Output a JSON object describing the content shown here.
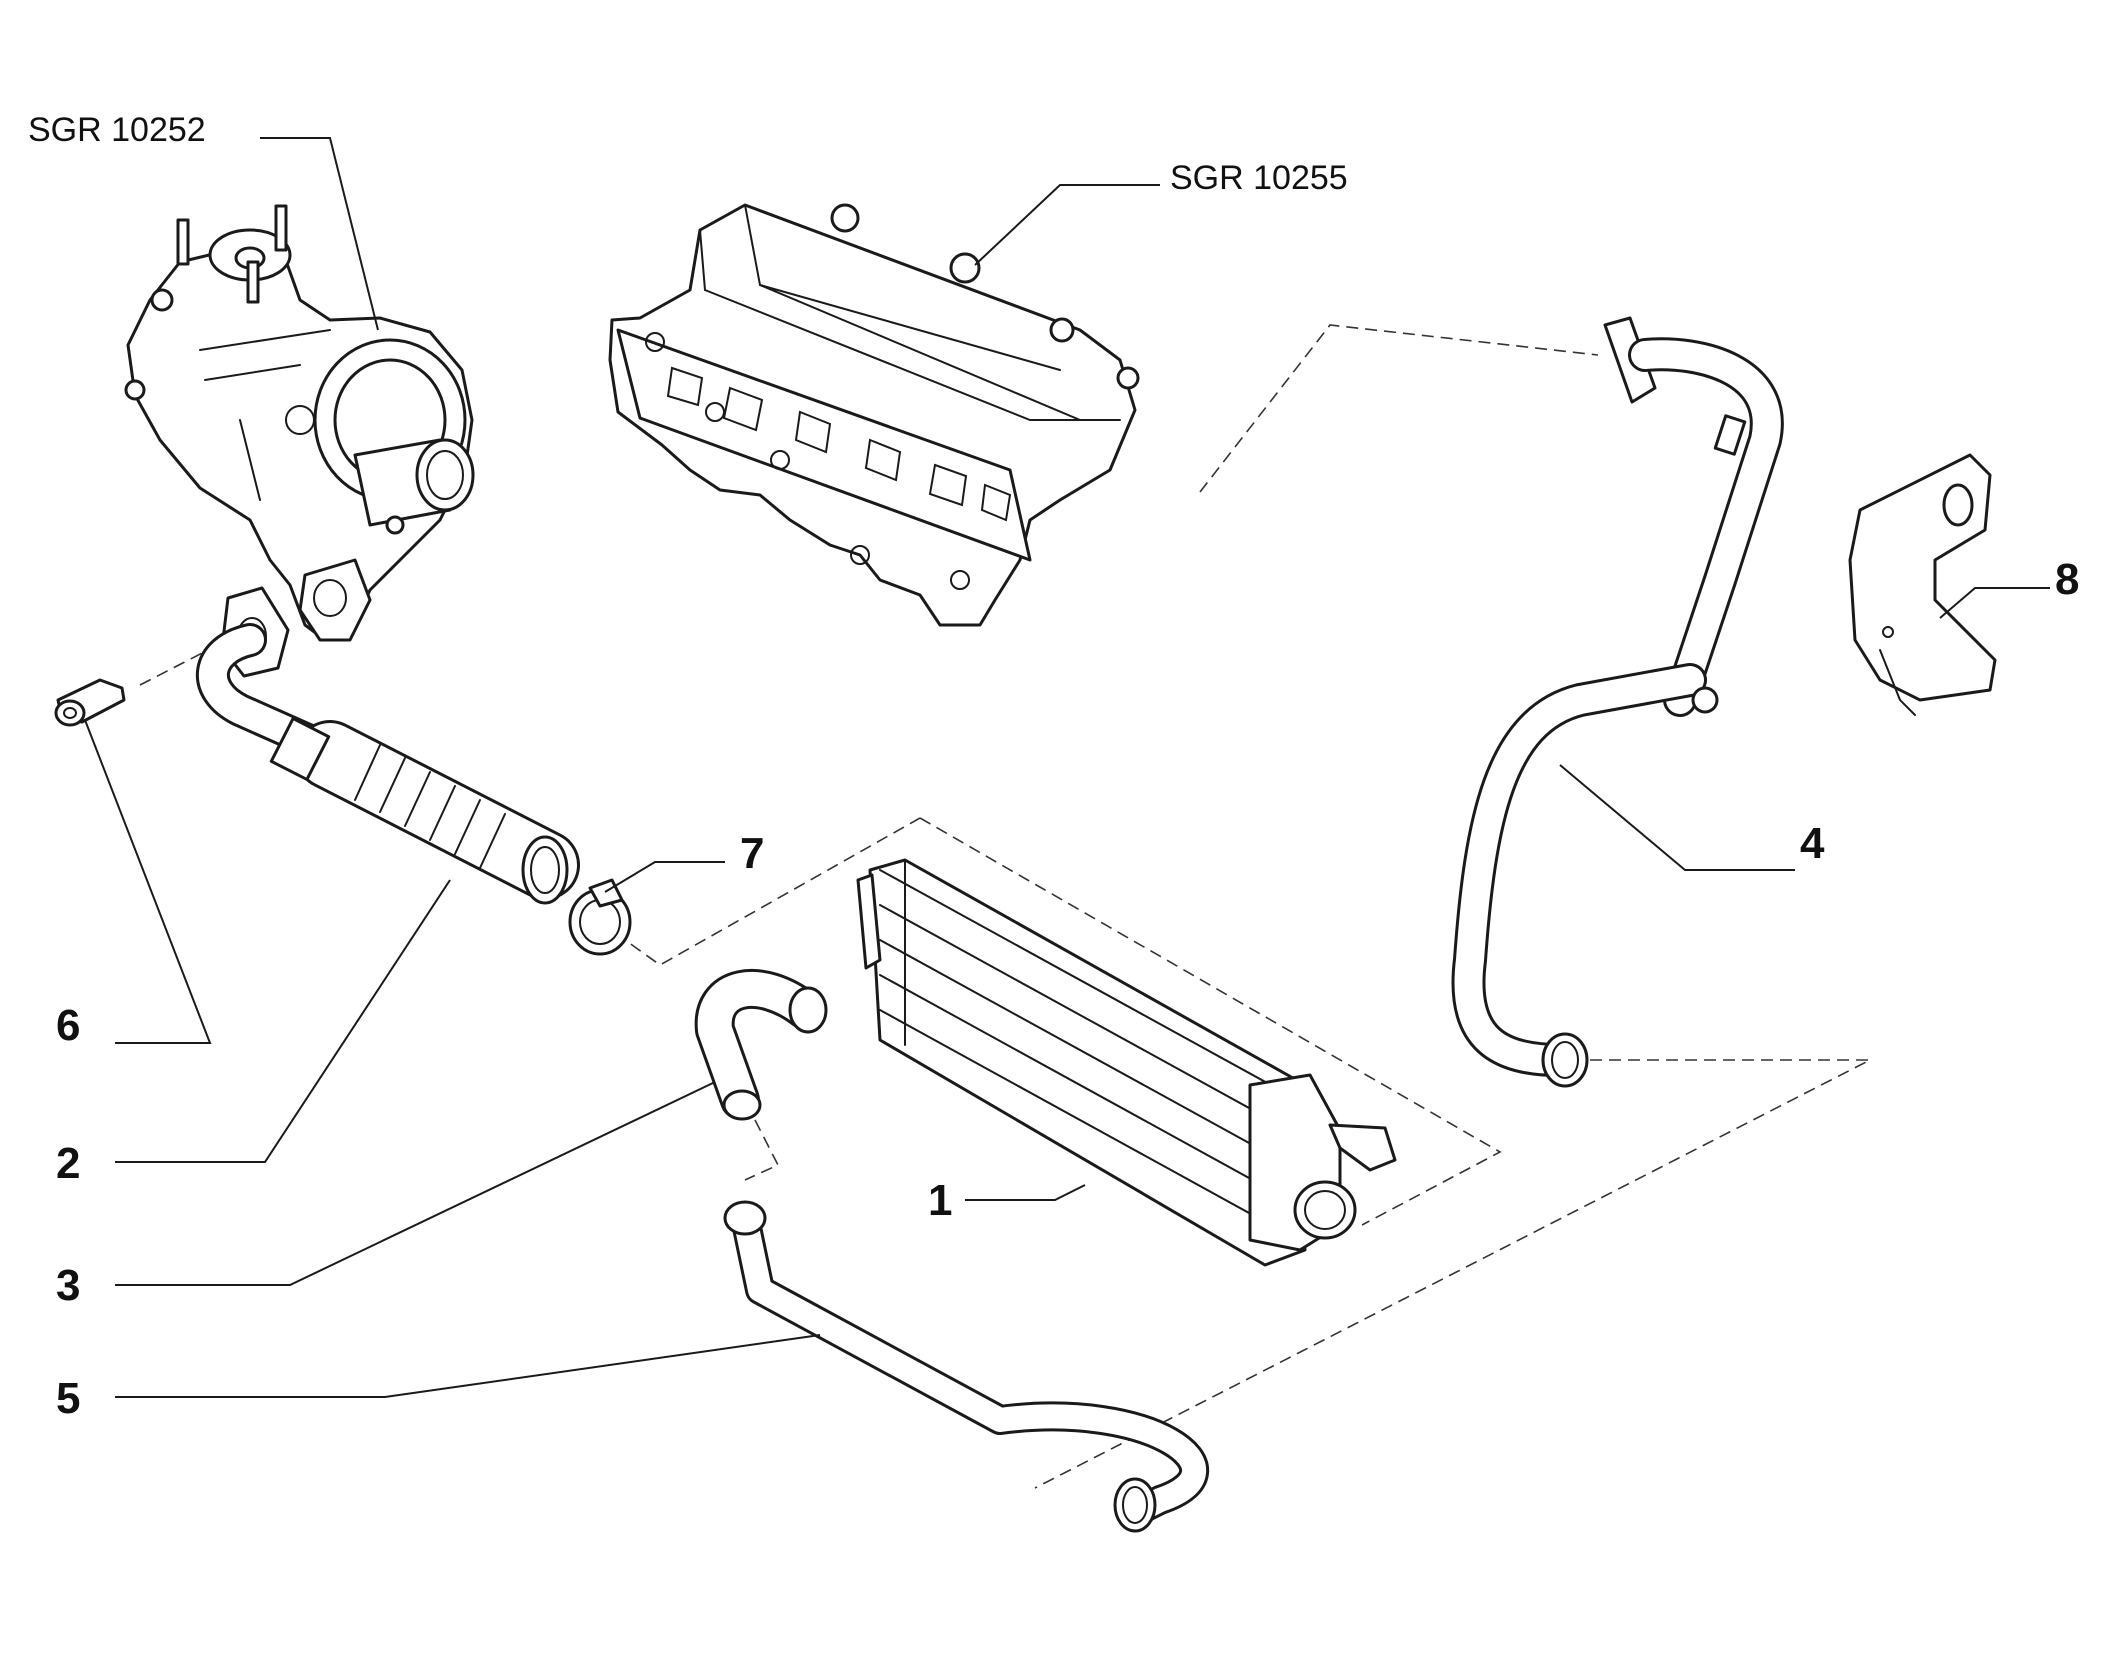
{
  "diagram": {
    "references": [
      {
        "id": "ref-sgr-10252",
        "text": "SGR 10252"
      },
      {
        "id": "ref-sgr-10255",
        "text": "SGR 10255"
      }
    ],
    "callouts": [
      {
        "id": "callout-1",
        "number": "1"
      },
      {
        "id": "callout-2",
        "number": "2"
      },
      {
        "id": "callout-3",
        "number": "3"
      },
      {
        "id": "callout-4",
        "number": "4"
      },
      {
        "id": "callout-5",
        "number": "5"
      },
      {
        "id": "callout-6",
        "number": "6"
      },
      {
        "id": "callout-7",
        "number": "7"
      },
      {
        "id": "callout-8",
        "number": "8"
      }
    ]
  },
  "colors": {
    "ink": "#1a1a1a",
    "background": "#ffffff"
  }
}
